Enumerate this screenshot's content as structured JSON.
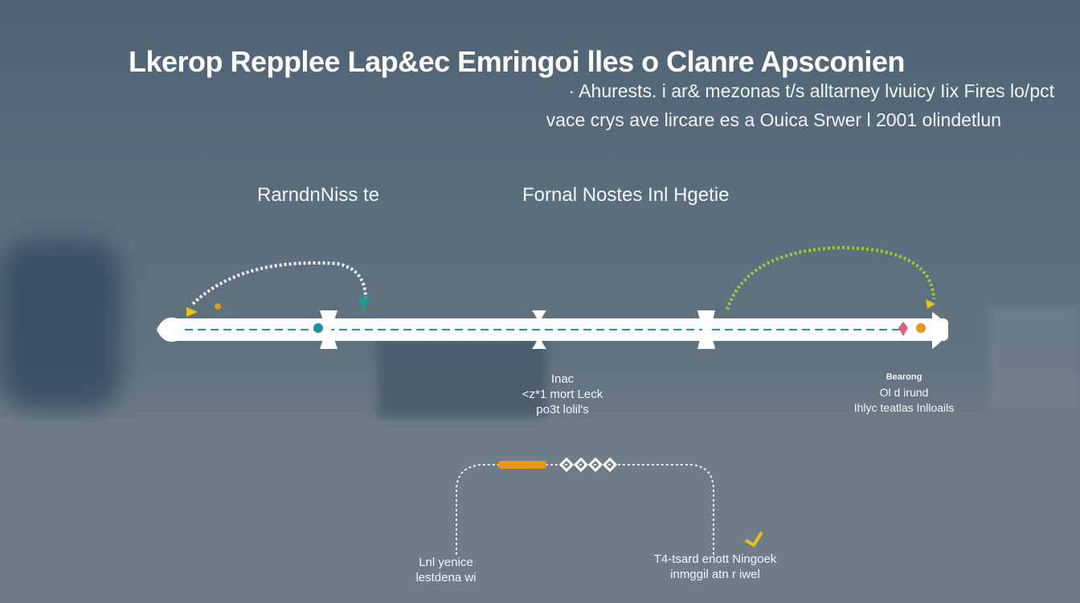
{
  "header": {
    "title": "Lkerop Repplee Lap&ec Emringoi lles o Clanre Apsconien",
    "subtitle_line1": "· Ahurests.  i  ar& mezonas t/s alltarney lviuicy  Iix Fires lo/pct",
    "subtitle_line2": "vace crys  ave lircare es a  Ouica  Srwer  l  2001 olindetlun"
  },
  "sections": [
    {
      "label": "RarndnNiss te"
    },
    {
      "label": "Fornal Nostes Inl Hgetie"
    }
  ],
  "timeline_labels": [
    {
      "lines": [
        "Inac",
        "<z*1 mort Leck",
        "po3t lolil's"
      ]
    },
    {
      "lines": [
        "Bearong",
        "Ol d irund",
        "Ihlyc teatlas Inlloails"
      ]
    }
  ],
  "bottom_labels": [
    {
      "lines": [
        "Lnl yenice",
        "lestdena wi"
      ]
    },
    {
      "lines": [
        "T4-tsard enott Ningoek",
        "inmggil atn r iwel"
      ]
    }
  ],
  "colors": {
    "accent_teal": "#1f8fa6",
    "accent_orange": "#e8961c",
    "accent_yellow": "#e8c21c",
    "accent_green": "#9fbf3a",
    "accent_pink": "#d9607a"
  }
}
